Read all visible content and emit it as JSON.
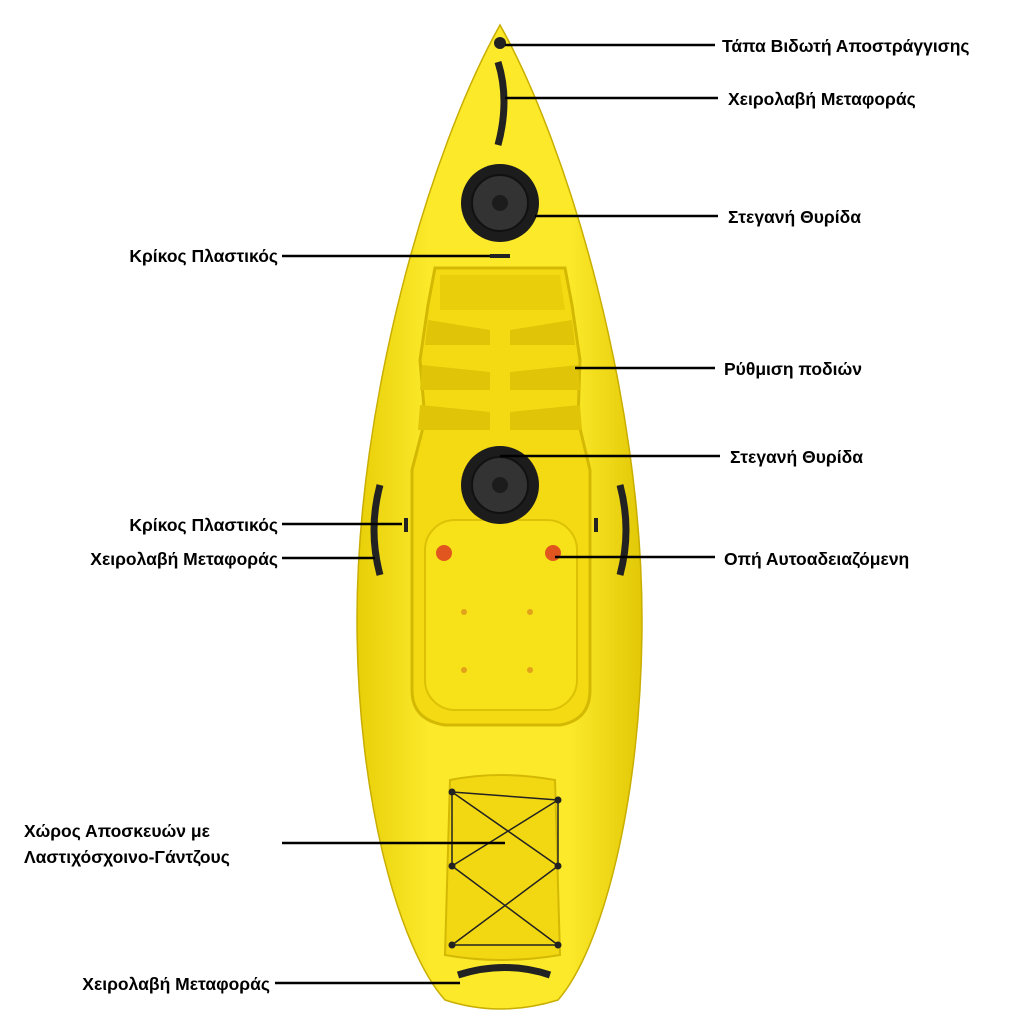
{
  "colors": {
    "hull": "#f7e21a",
    "hull_shadow": "#d9bf05",
    "hatch": "#1c1c1c",
    "scupper": "#e0561e",
    "background": "#ffffff"
  },
  "labels": {
    "drain_plug": "Τάπα Βιδωτή Αποστράγγισης",
    "bow_handle": "Χειρολαβή Μεταφοράς",
    "front_hatch": "Στεγανή Θυρίδα",
    "front_ring": "Κρίκος Πλαστικός",
    "foot_rest": "Ρύθμιση ποδιών",
    "center_hatch": "Στεγανή Θυρίδα",
    "side_ring": "Κρίκος Πλαστικός",
    "side_handle": "Χειρολαβή Μεταφοράς",
    "scupper_hole": "Οπή Αυτοαδειαζόμενη",
    "storage_line1": "Χώρος Αποσκευών με",
    "storage_line2": "Λαστιχόσχοινο-Γάντζους",
    "stern_handle": "Χειρολαβή Μεταφοράς"
  }
}
